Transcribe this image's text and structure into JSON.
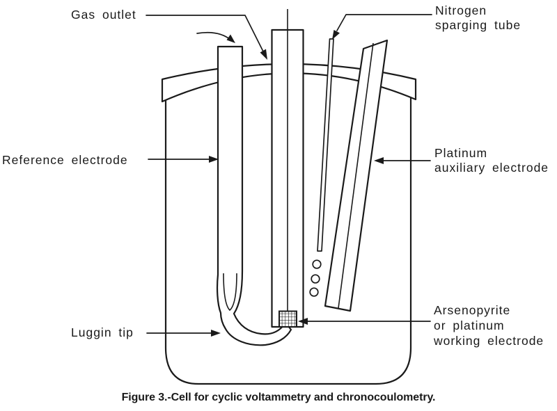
{
  "diagram": {
    "caption": "Figure 3.-Cell for cyclic voltammetry and chronocoulometry.",
    "labels": {
      "gas_outlet": "Gas outlet",
      "nitrogen_sparging_tube": "Nitrogen\nsparging tube",
      "reference_electrode": "Reference electrode",
      "platinum_auxiliary_electrode": "Platinum\nauxiliary electrode",
      "luggin_tip": "Luggin tip",
      "working_electrode": "Arsenopyrite\nor platinum\nworking electrode"
    },
    "components": {
      "bubble_count": 3
    },
    "colors": {
      "ink": "#1a1a1a",
      "paper": "#ffffff"
    }
  }
}
